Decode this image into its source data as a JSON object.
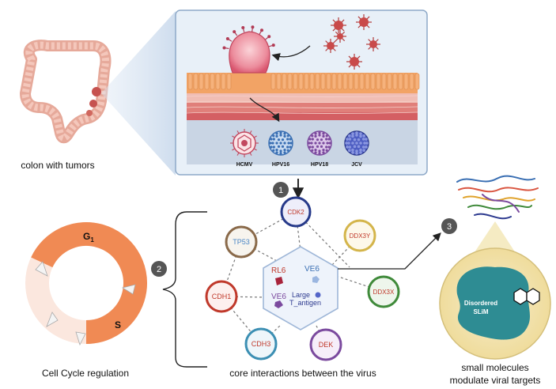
{
  "labels": {
    "colon": "colon with tumors",
    "cell_cycle": "Cell Cycle regulation",
    "core": "core interactions between the virus",
    "small_molecules_line1": "small molecules",
    "small_molecules_line2": "modulate viral targets",
    "g1": "G",
    "g1_sub": "1",
    "s": "S",
    "disordered_line1": "Disordered",
    "disordered_line2": "SLiM"
  },
  "steps": [
    "1",
    "2",
    "3"
  ],
  "viruses": [
    "HCMV",
    "HPV16",
    "HPV18",
    "JCV"
  ],
  "nodes": {
    "cdk2": "CDK2",
    "tp53": "TP53",
    "ddx3y": "DDX3Y",
    "cdh1": "CDH1",
    "ddx3x": "DDX3X",
    "cdh3": "CDH3",
    "dek": "DEK"
  },
  "hexagon": {
    "rl6": "RL6",
    "ve6_top": "VE6",
    "ve6_bottom": "VE6",
    "large_line1": "Large",
    "large_line2": "T_antigen"
  },
  "colors": {
    "cell_cycle_orange": "#f08a54",
    "cell_cycle_pale": "#fbe7de",
    "node_text_red": "#c0392b",
    "tp53_text": "#4a86c5",
    "hex_fill": "#eef3fb",
    "hex_stroke": "#9fb7d8",
    "slim_teal": "#2e8c93",
    "highlight_yellow": "#f3e6b4"
  }
}
